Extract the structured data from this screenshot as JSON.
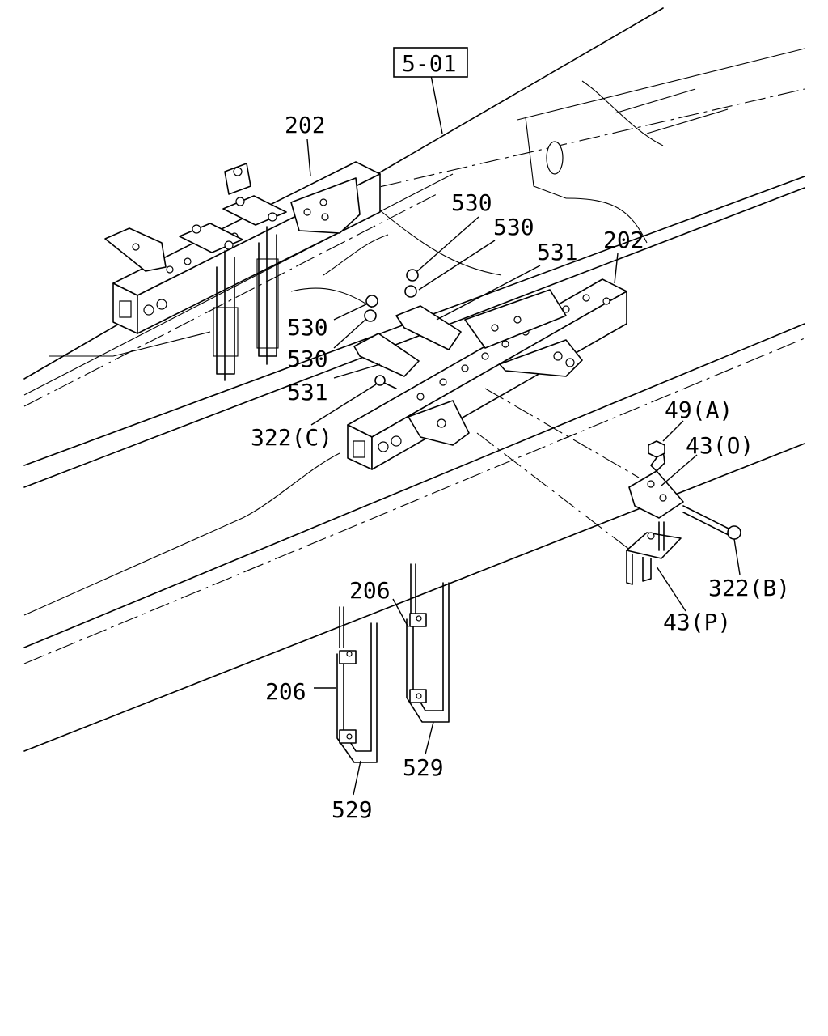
{
  "diagram": {
    "reference_box": "5-01",
    "labels": {
      "frame_left": "202",
      "frame_right": "202",
      "nut_530_a": "530",
      "nut_530_b": "530",
      "nut_530_c": "530",
      "nut_530_d": "530",
      "pad_531_a": "531",
      "pad_531_b": "531",
      "bolt_322c": "322(C)",
      "nut_49a": "49(A)",
      "bracket_43o": "43(O)",
      "bolt_322b": "322(B)",
      "bracket_43p": "43(P)",
      "ubolt_206_left": "206",
      "ubolt_206_right": "206",
      "ubolt_529_left": "529",
      "ubolt_529_right": "529"
    }
  }
}
